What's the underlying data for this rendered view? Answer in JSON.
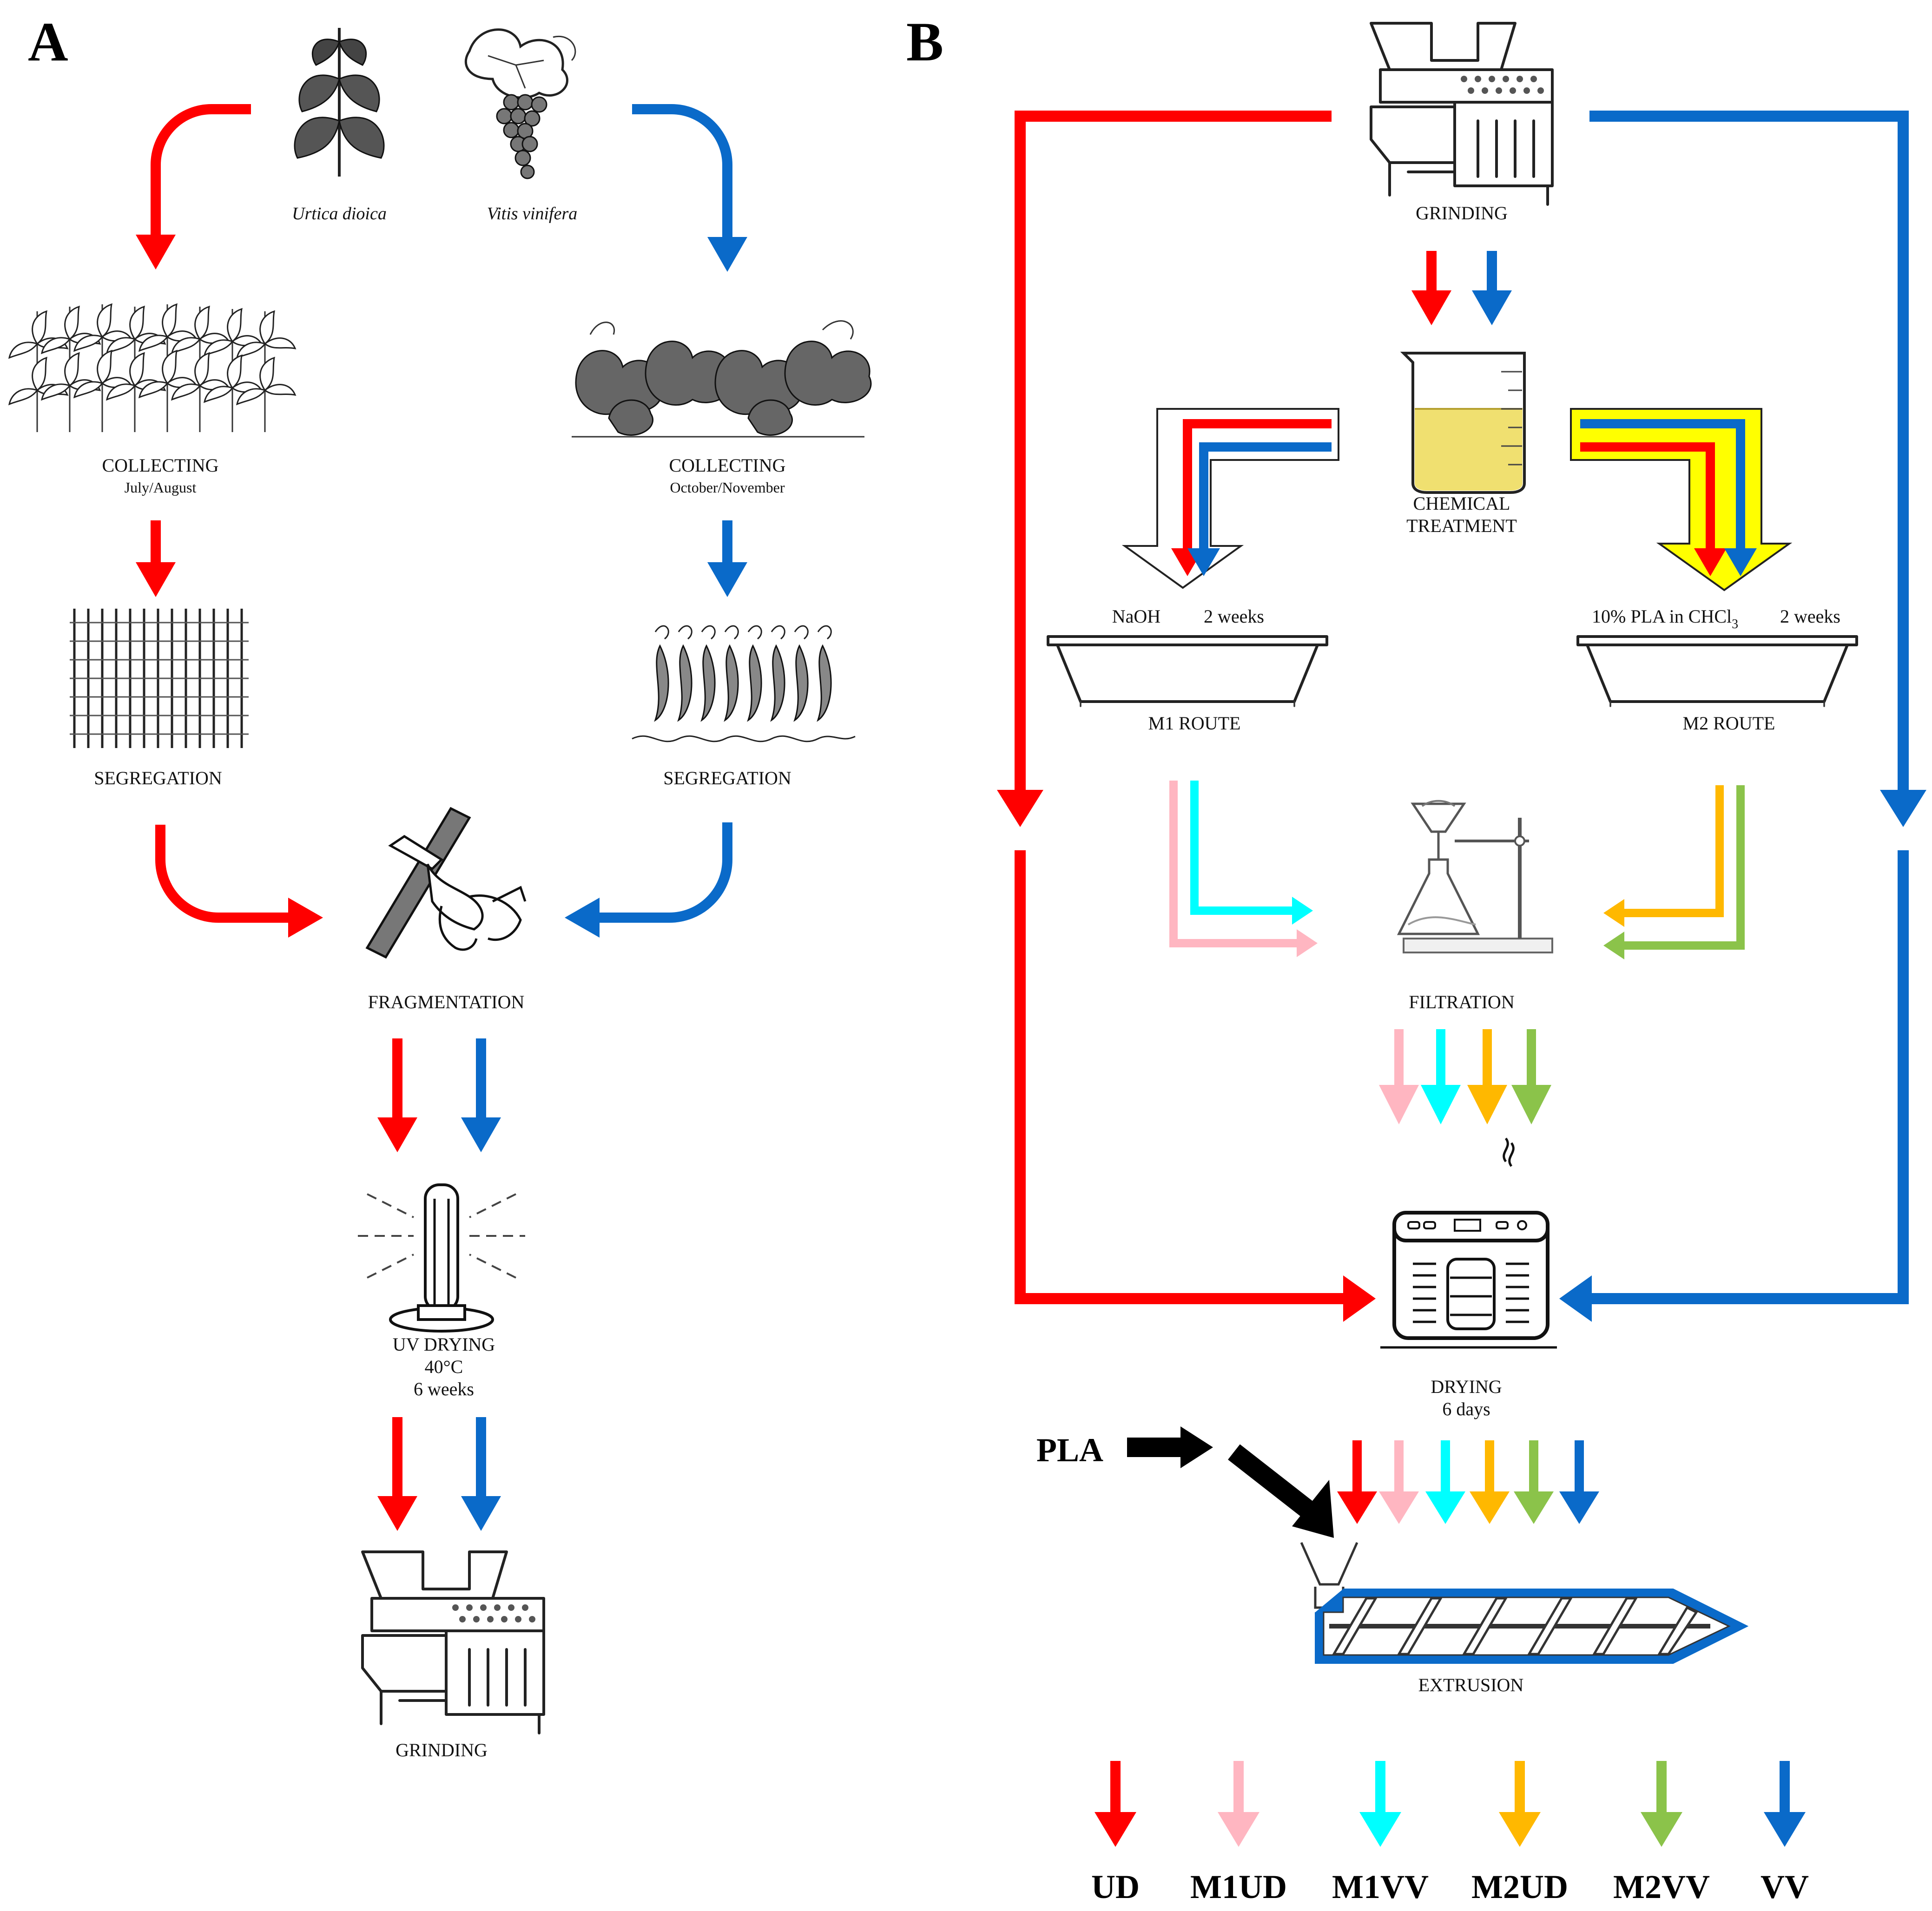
{
  "colors": {
    "UD": "#ff0000",
    "M1UD": "#ffb6c1",
    "M1VV": "#00ffff",
    "M2UD": "#ffb800",
    "M2VV": "#8bc34a",
    "VV": "#0a6ac9",
    "PLA": "#000000",
    "pla_solution": "#ffff00"
  },
  "panel_a": {
    "letter": "A",
    "plant_left": "Urtica dioica",
    "plant_right": "Vitis vinifera",
    "collecting_left": {
      "title": "COLLECTING",
      "sub": "July/August"
    },
    "collecting_right": {
      "title": "COLLECTING",
      "sub": "October/November"
    },
    "segregation_left": "SEGREGATION",
    "segregation_right": "SEGREGATION",
    "fragmentation": "FRAGMENTATION",
    "uv_drying": {
      "title": "UV DRYING",
      "temp": "40°C",
      "time": "6 weeks"
    },
    "grinding": "GRINDING"
  },
  "panel_b": {
    "letter": "B",
    "grinding": "GRINDING",
    "chemical_treatment": {
      "line1": "CHEMICAL",
      "line2": "TREATMENT"
    },
    "m1": {
      "reagent": "NaOH",
      "time": "2 weeks",
      "route": "M1 ROUTE"
    },
    "m2": {
      "reagent_prefix": "10% PLA in CHCl",
      "reagent_sub": "3",
      "time": "2 weeks",
      "route": "M2 ROUTE"
    },
    "filtration": "FILTRATION",
    "drying": {
      "title": "DRYING",
      "time": "6 days"
    },
    "pla": "PLA",
    "extrusion": "EXTRUSION"
  },
  "legend": [
    {
      "code": "UD",
      "color": "#ff0000"
    },
    {
      "code": "M1UD",
      "color": "#ffb6c1"
    },
    {
      "code": "M1VV",
      "color": "#00ffff"
    },
    {
      "code": "M2UD",
      "color": "#ffb800"
    },
    {
      "code": "M2VV",
      "color": "#8bc34a"
    },
    {
      "code": "VV",
      "color": "#0a6ac9"
    }
  ],
  "icons": [
    "nettle-plant-icon",
    "grapevine-icon",
    "nettle-field-icon",
    "vineyard-icon",
    "nettle-bundle-icon",
    "vine-cuttings-icon",
    "pruning-shears-icon",
    "uv-lamp-icon",
    "grinder-icon",
    "beaker-icon",
    "tray-icon",
    "filtration-flask-icon",
    "dehydrator-icon",
    "extruder-icon"
  ]
}
